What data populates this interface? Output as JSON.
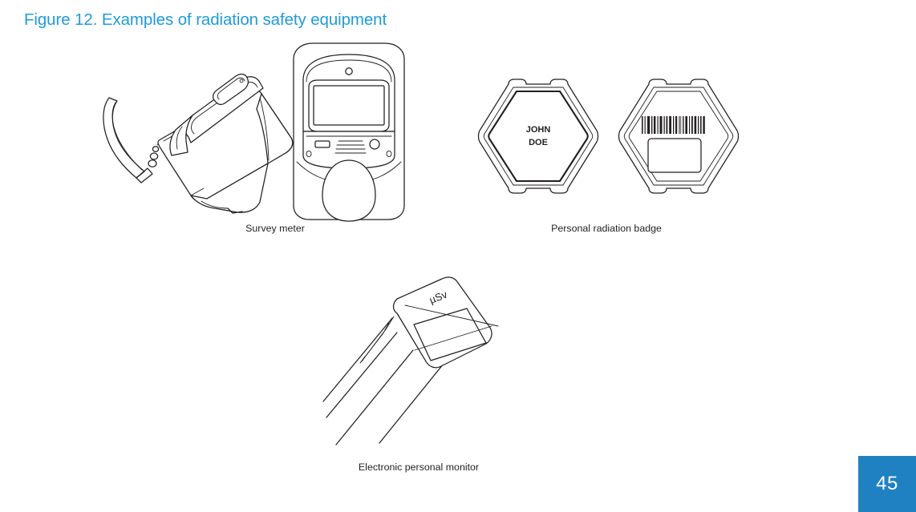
{
  "figure": {
    "title": "Figure 12. Examples of radiation safety equipment",
    "title_color": "#1f9bdd"
  },
  "items": [
    {
      "id": "survey-meter",
      "caption": "Survey meter",
      "views": [
        "perspective-view",
        "front-view"
      ],
      "parts": [
        "wrist-strap",
        "display-window",
        "body",
        "probe-handle"
      ]
    },
    {
      "id": "personal-radiation-badge",
      "caption": "Personal radiation badge",
      "front": {
        "name_line1": "JOHN",
        "name_line2": "DOE"
      },
      "back": {
        "barcode": "barcode-graphic",
        "label_area": "blank-label"
      }
    },
    {
      "id": "electronic-personal-monitor",
      "caption": "Electronic personal monitor",
      "unit_label": "µSv"
    }
  ],
  "page": {
    "number": "45",
    "badge_color": "#1f81c2"
  }
}
